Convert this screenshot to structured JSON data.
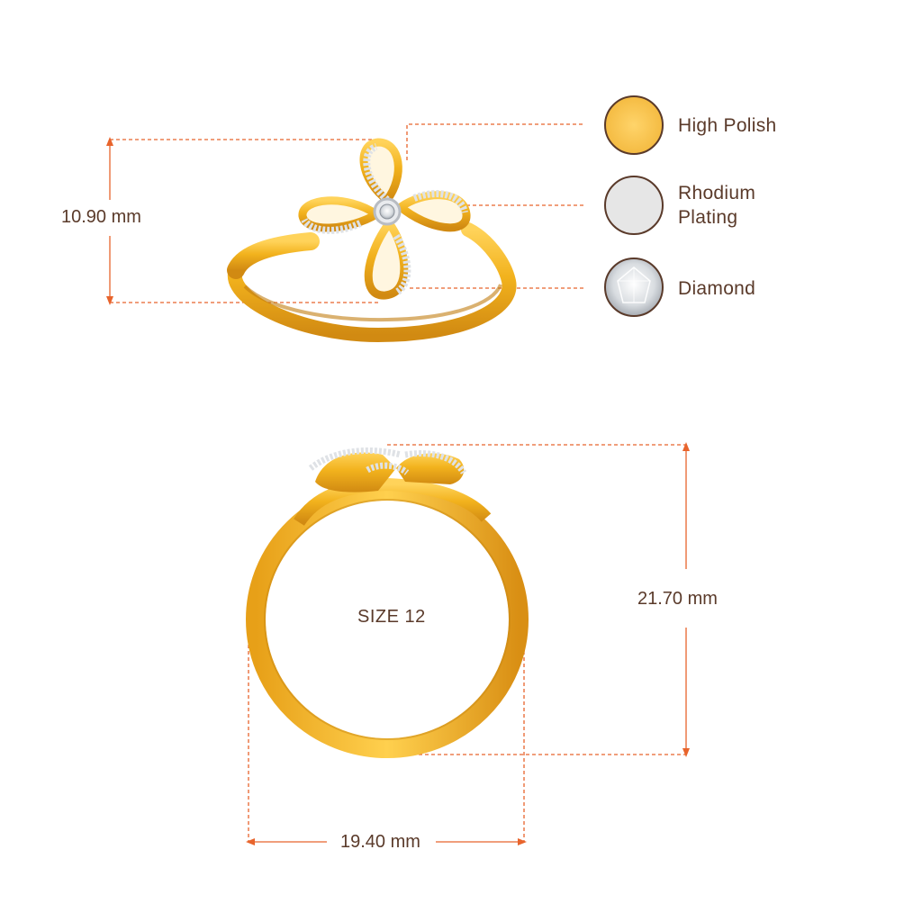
{
  "dimensions": {
    "height_top": "10.90 mm",
    "height_front": "21.70 mm",
    "width_front": "19.40 mm",
    "ring_size": "SIZE 12"
  },
  "legend": [
    {
      "label_line1": "High Polish",
      "label_line2": "",
      "swatch": "high-polish",
      "color": "#f5c04a"
    },
    {
      "label_line1": "Rhodium",
      "label_line2": "Plating",
      "swatch": "rhodium",
      "color": "#e6e6e6"
    },
    {
      "label_line1": "Diamond",
      "label_line2": "",
      "swatch": "diamond",
      "color": "#cfd3d8"
    }
  ],
  "colors": {
    "dimension_line": "#e8642c",
    "gold": "#f2b21d",
    "gold_dark": "#d9901a",
    "swatch_border": "#5a3a2a",
    "text": "#5a3a2a"
  },
  "icons": [
    "flower-ring-top-view",
    "ring-front-view",
    "high-polish-swatch-icon",
    "rhodium-swatch-icon",
    "diamond-swatch-icon"
  ]
}
